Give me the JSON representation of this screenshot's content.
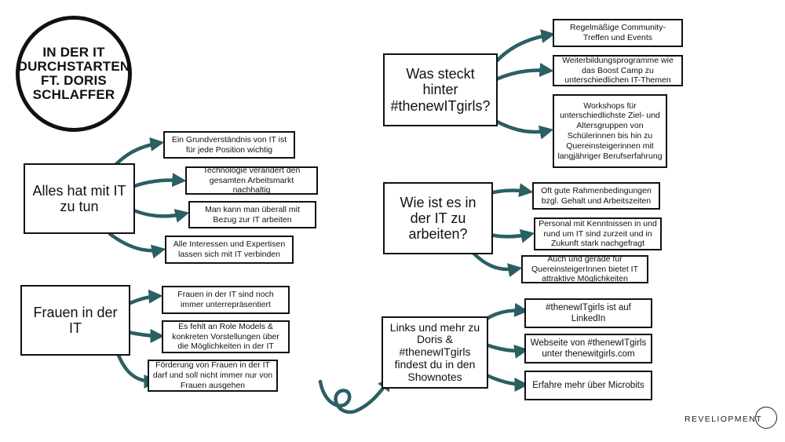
{
  "title": {
    "lines": [
      "IN DER IT",
      "DURCHSTARTEN",
      "FT. DORIS",
      "SCHLAFFER"
    ]
  },
  "arrow_color": "#2a5f63",
  "sections": {
    "alles": {
      "label": "Alles hat mit IT zu tun",
      "items": [
        "Ein Grundverständnis von IT ist für jede Position wichtig",
        "Technologie verändert den gesamten Arbeitsmarkt nachhaltig",
        "Man kann man überall mit Bezug zur IT arbeiten",
        "Alle Interessen und Expertisen lassen sich mit IT verbinden"
      ]
    },
    "frauen": {
      "label": "Frauen in der IT",
      "items": [
        "Frauen in der IT sind noch immer unterrepräsentiert",
        "Es fehlt an Role Models & konkreten Vorstellungen über die Möglichkeiten in der IT",
        "Förderung von Frauen in der IT darf und soll nicht immer nur von Frauen ausgehen"
      ]
    },
    "was": {
      "label": "Was steckt hinter #thenewITgirls?",
      "items": [
        "Regelmäßige Community-Treffen und Events",
        "Weiterbildungsprogramme wie das Boost Camp zu unterschiedlichen IT-Themen",
        "Workshops für unterschiedlichste Ziel- und Altersgruppen von Schülerinnen bis hin zu Quereinsteigerinnen mit langjähriger Berufserfahrung"
      ]
    },
    "wie": {
      "label": "Wie ist es in der IT zu arbeiten?",
      "items": [
        "Oft gute Rahmenbedingungen bzgl. Gehalt und Arbeitszeiten",
        "Personal mit Kenntnissen in und rund um IT sind zurzeit und in Zukunft stark nachgefragt",
        "Auch und gerade für QuereinsteigerInnen bietet IT attraktive Möglichkeiten"
      ]
    },
    "links": {
      "label": "Links und mehr zu Doris & #thenewITgirls findest du in den Shownotes",
      "items": [
        "#thenewITgirls ist auf LinkedIn",
        "Webseite von #thenewITgirls unter thenewitgirls.com",
        "Erfahre mehr über Microbits"
      ]
    }
  },
  "logo": {
    "text": "REVELIOPMENT"
  }
}
